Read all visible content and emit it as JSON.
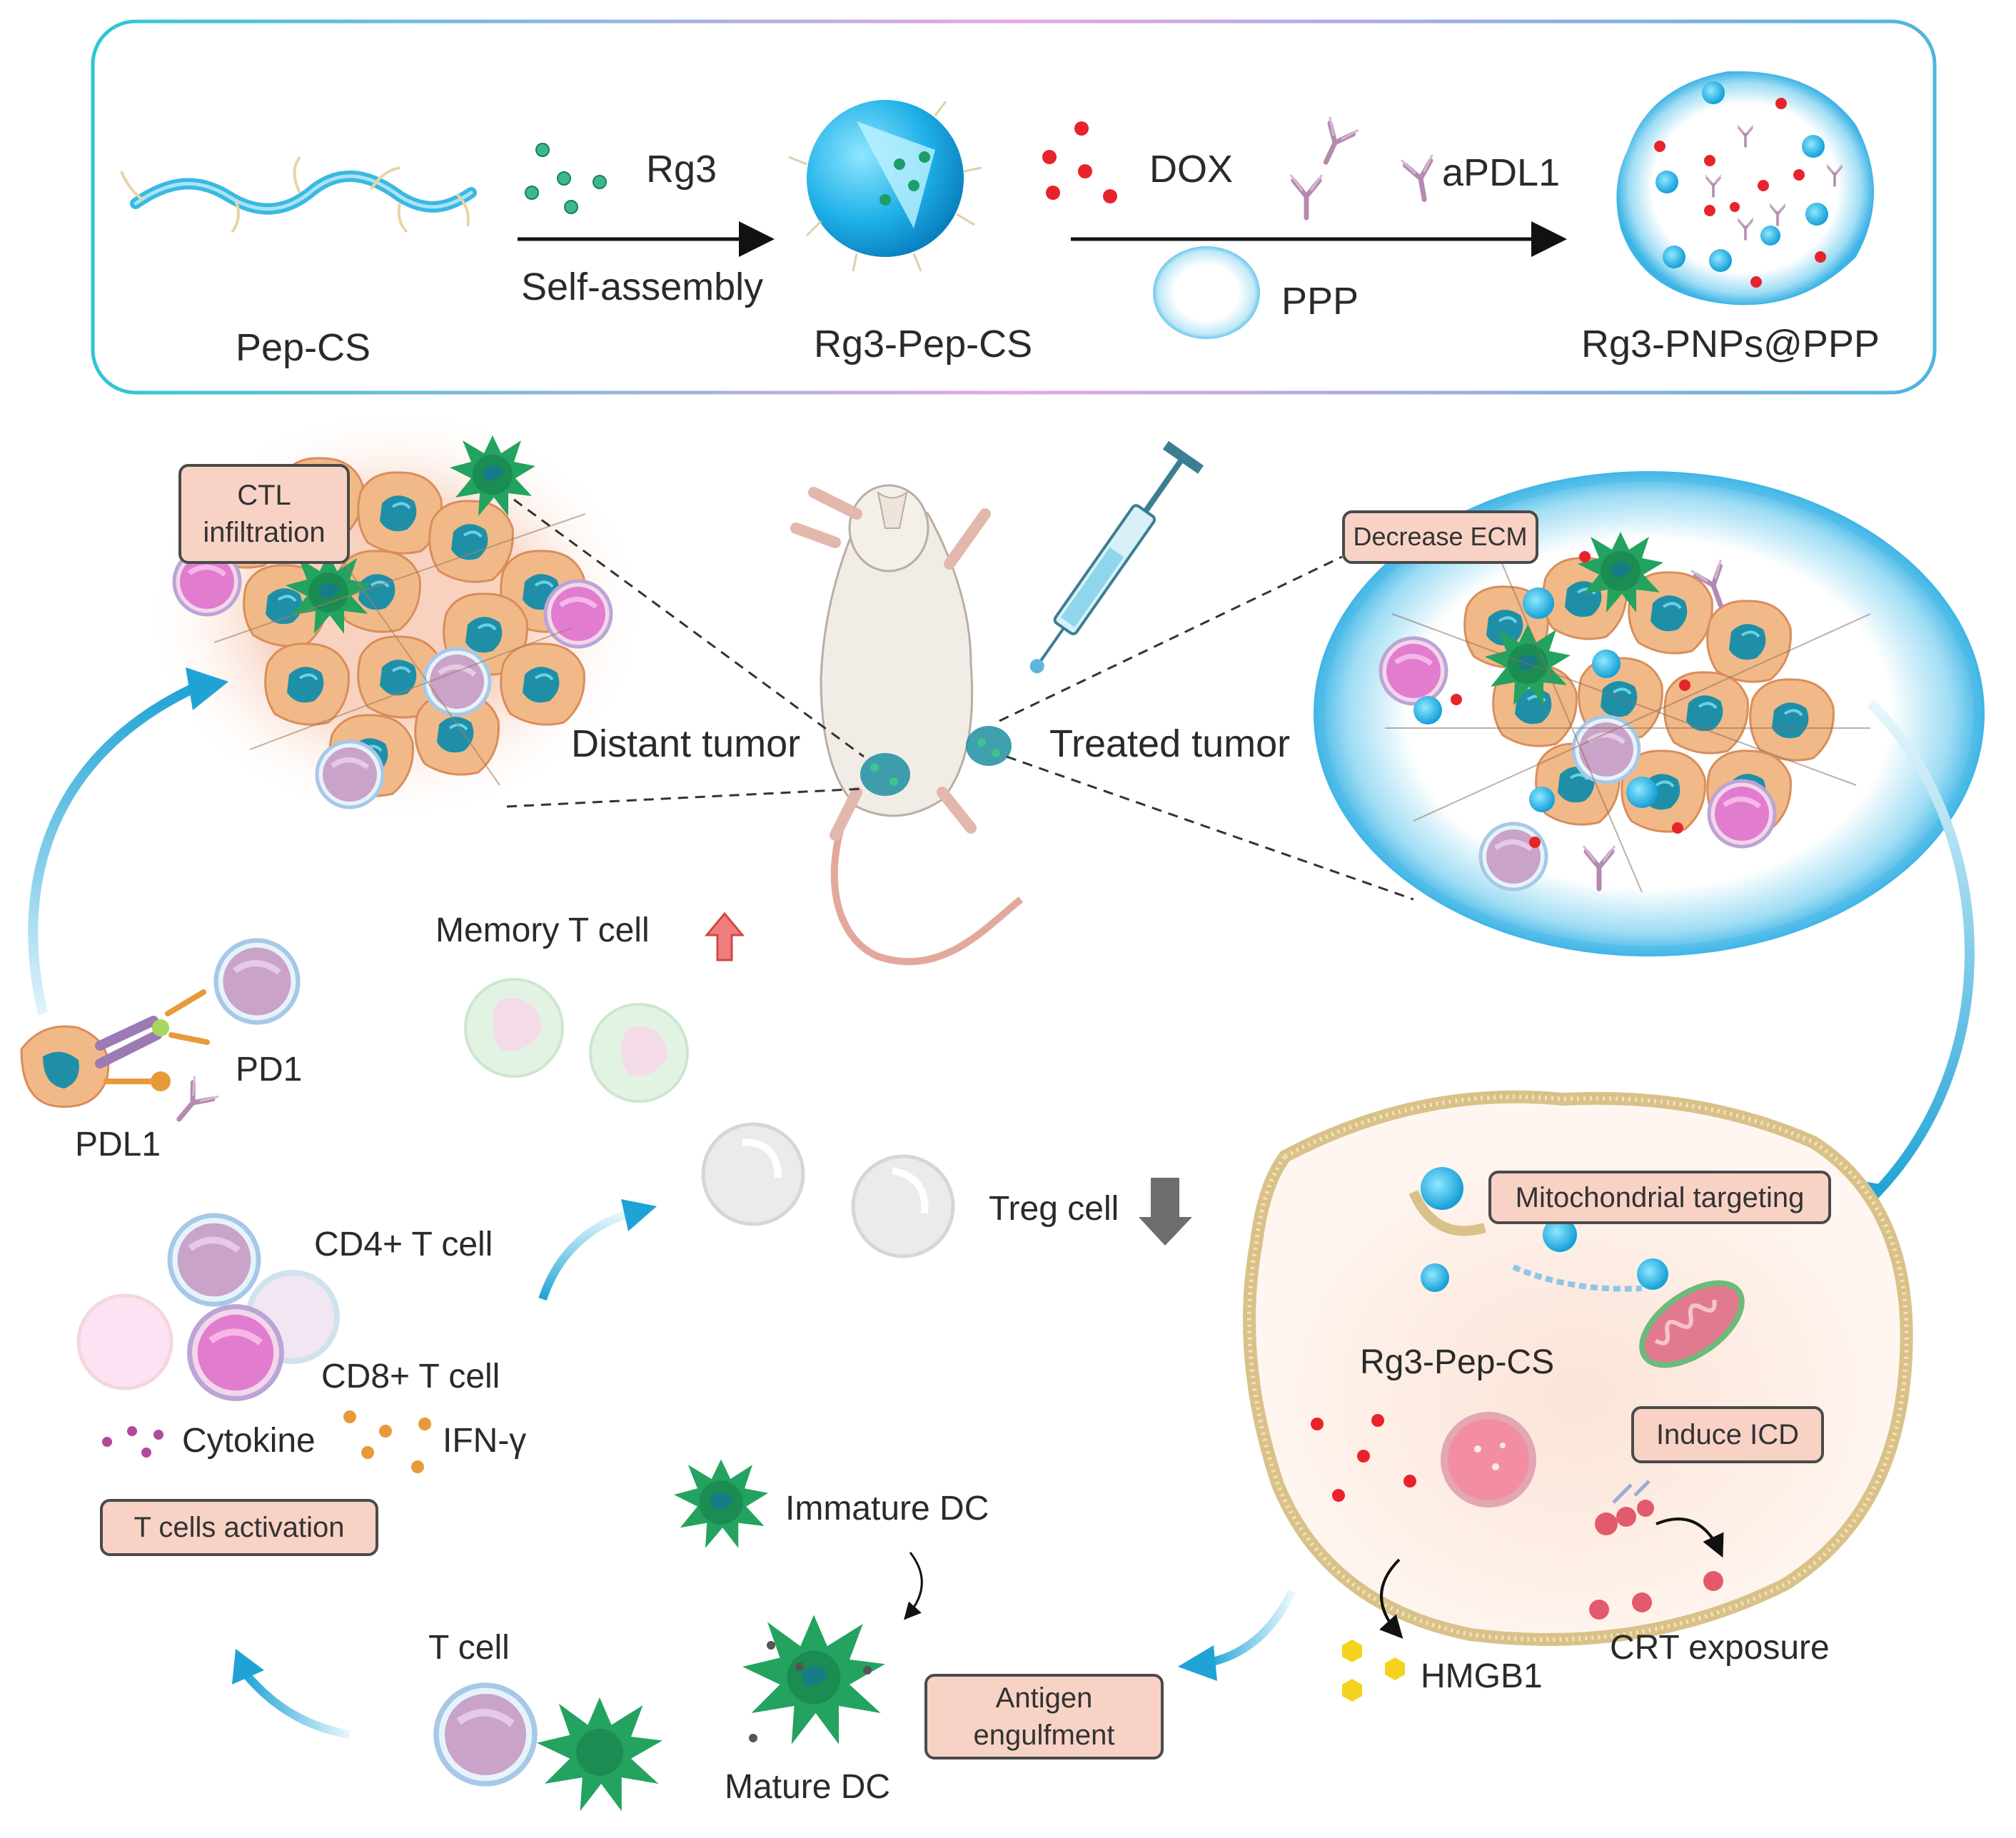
{
  "synthesis": {
    "start_label": "Pep-CS",
    "reagent_rg3": "Rg3",
    "step1": "Self-assembly",
    "intermediate_label": "Rg3-Pep-CS",
    "reagent_dox": "DOX",
    "reagent_apdl1": "aPDL1",
    "reagent_ppp": "PPP",
    "final_label": "Rg3-PNPs@PPP"
  },
  "tumors": {
    "distant": "Distant tumor",
    "treated": "Treated tumor",
    "ctl_box": "CTL infiltration",
    "ecm_box": "Decrease ECM"
  },
  "immune": {
    "memory_t": "Memory T cell",
    "treg": "Treg cell",
    "pd1": "PD1",
    "pdl1": "PDL1",
    "cd4": "CD4+ T cell",
    "cd8": "CD8+ T cell",
    "cytokine": "Cytokine",
    "ifn": "IFN-γ",
    "activation_box": "T cells activation",
    "immature_dc": "Immature DC",
    "mature_dc": "Mature DC",
    "t_cell": "T cell",
    "antigen_box": "Antigen engulfment"
  },
  "cell": {
    "mito_box": "Mitochondrial targeting",
    "rg3_pep_cs": "Rg3-Pep-CS",
    "icd_box": "Induce ICD",
    "hmgb1": "HMGB1",
    "crt": "CRT exposure"
  },
  "colors": {
    "frame_gradient_start": "#2ec6d4",
    "frame_gradient_end": "#c98fd8",
    "label_box_fill": "#f8d3c5",
    "cyan_arrow": "#1fa3d6",
    "tumor_cell": "#f0b27a",
    "nucleus": "#1f8fa8",
    "dc_green": "#1f9e5a",
    "dox_red": "#e8232b"
  }
}
